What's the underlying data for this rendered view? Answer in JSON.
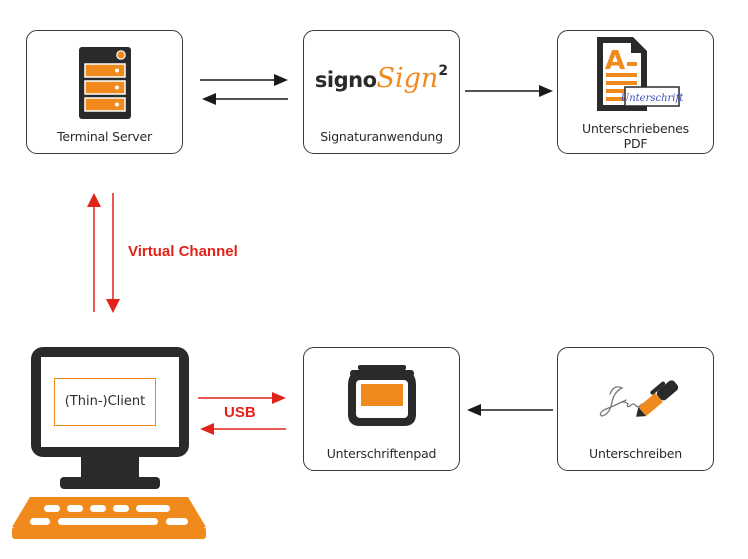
{
  "colors": {
    "accent_orange": "#f08a1d",
    "dark": "#2a2a2a",
    "arrow_red": "#e2231a",
    "arrow_black": "#1a1a1a",
    "box_border": "#3a3a3a"
  },
  "nodes": {
    "terminal_server": {
      "label": "Terminal Server",
      "icon": "server-icon"
    },
    "signature_app": {
      "label": "Signaturanwendung",
      "icon": "signosign-logo",
      "logo_text_a": "signo",
      "logo_text_b": "Sign",
      "logo_sup": "2"
    },
    "signed_pdf": {
      "label_line1": "Unterschriebenes",
      "label_line2": "PDF",
      "icon": "signed-document-icon",
      "signature_text": "Unterschrift",
      "doc_letter": "A"
    },
    "client": {
      "label": "(Thin-)Client",
      "icon": "computer-icon"
    },
    "signature_pad": {
      "label": "Unterschriftenpad",
      "icon": "signature-pad-icon"
    },
    "sign_action": {
      "label": "Unterschreiben",
      "icon": "pen-signature-icon",
      "scribble": "Jaa."
    }
  },
  "connections": {
    "virtual_channel": {
      "label": "Virtual Channel"
    },
    "usb": {
      "label": "USB"
    }
  }
}
